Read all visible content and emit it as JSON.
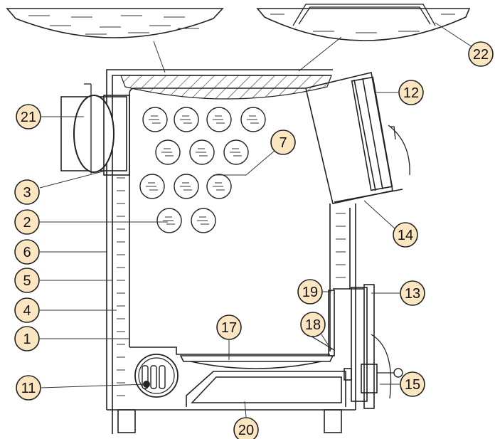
{
  "callouts": [
    {
      "id": "1",
      "label": "1"
    },
    {
      "id": "2",
      "label": "2"
    },
    {
      "id": "3",
      "label": "3"
    },
    {
      "id": "4",
      "label": "4"
    },
    {
      "id": "5",
      "label": "5"
    },
    {
      "id": "6",
      "label": "6"
    },
    {
      "id": "7",
      "label": "7"
    },
    {
      "id": "11",
      "label": "11"
    },
    {
      "id": "12",
      "label": "12"
    },
    {
      "id": "13",
      "label": "13"
    },
    {
      "id": "14",
      "label": "14"
    },
    {
      "id": "15",
      "label": "15"
    },
    {
      "id": "17",
      "label": "17"
    },
    {
      "id": "18",
      "label": "18"
    },
    {
      "id": "19",
      "label": "19"
    },
    {
      "id": "20",
      "label": "20"
    },
    {
      "id": "21",
      "label": "21"
    },
    {
      "id": "22",
      "label": "22"
    }
  ],
  "colors": {
    "callout_fill": "#fce6c2",
    "stroke": "#222222",
    "background": "#ffffff"
  }
}
